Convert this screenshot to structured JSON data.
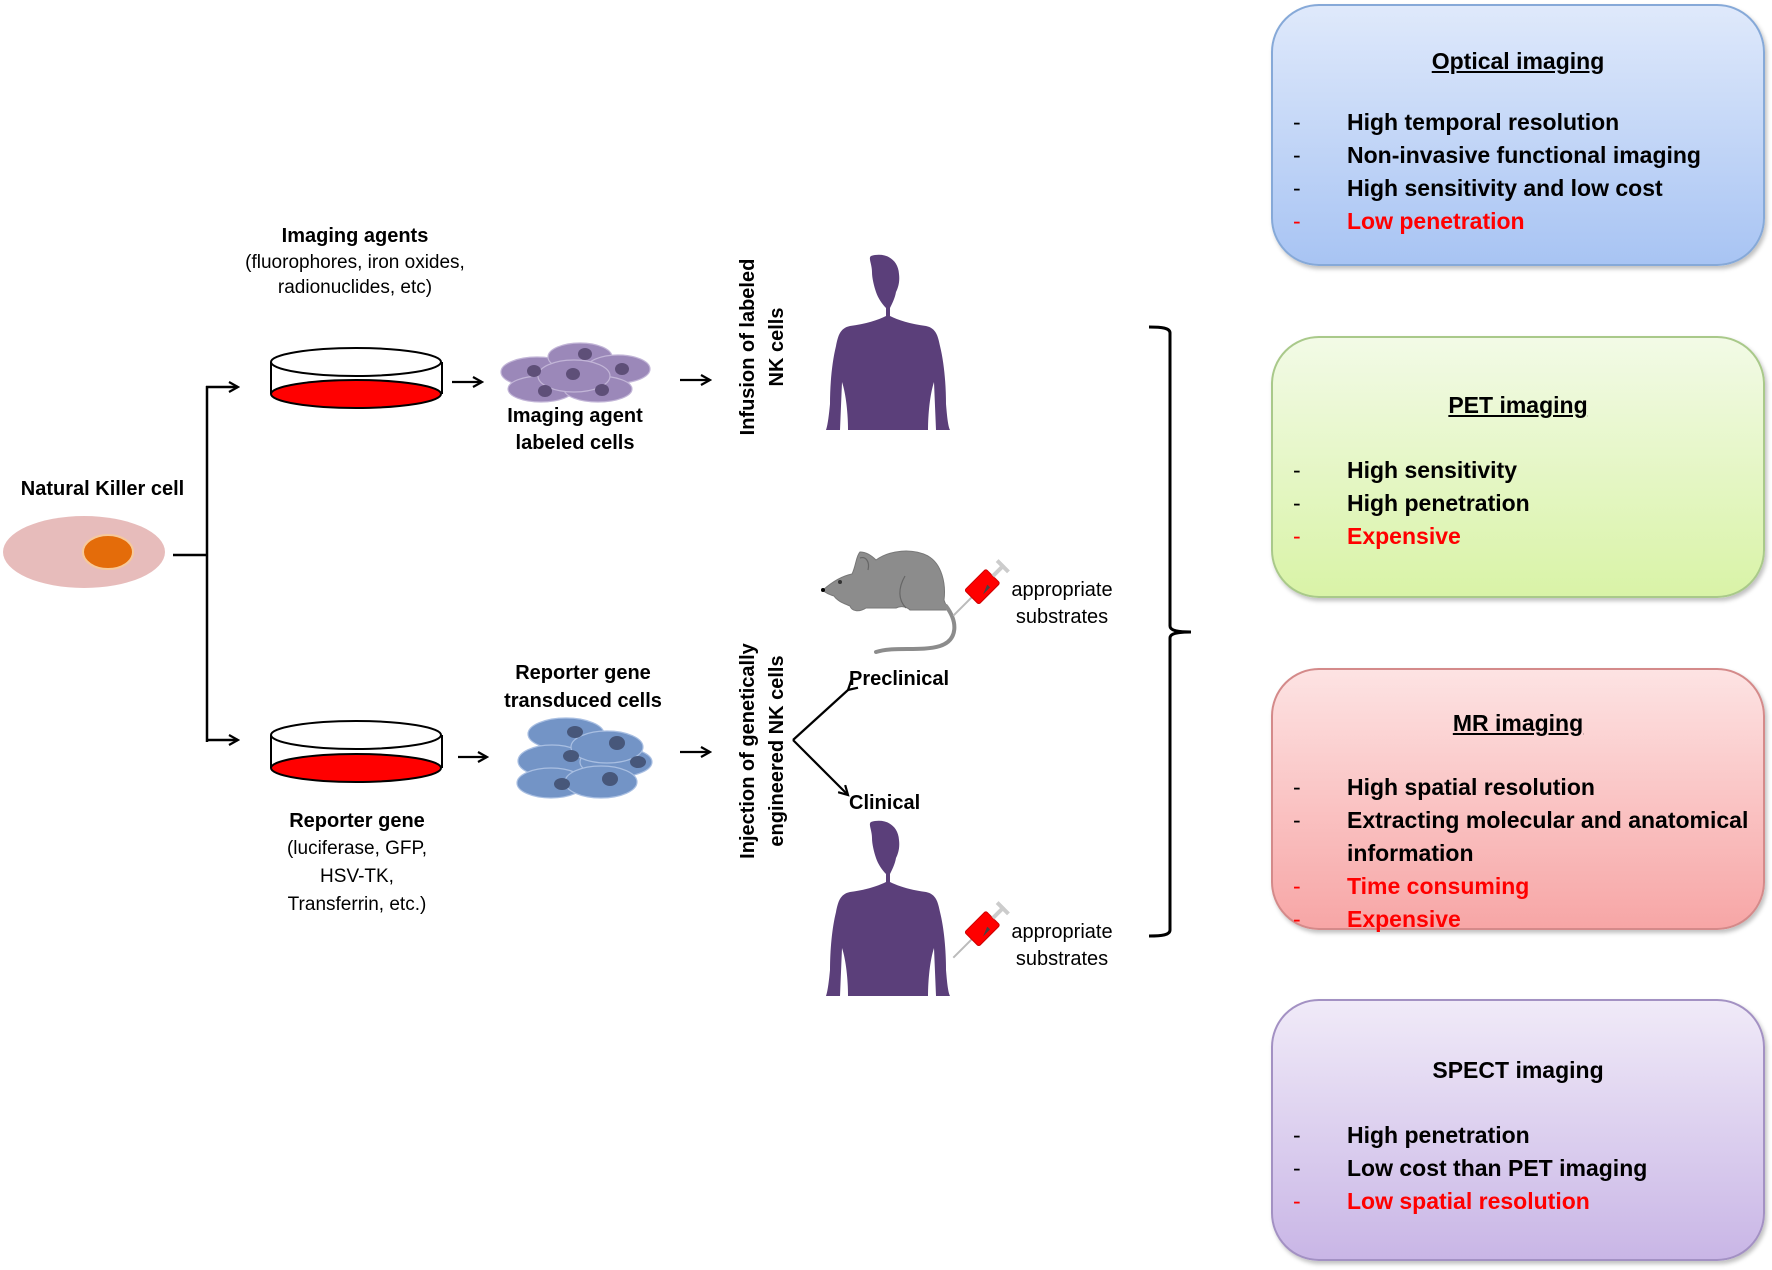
{
  "nk_cell": {
    "label": "Natural Killer cell"
  },
  "upper_path": {
    "agents_title": "Imaging agents",
    "agents_sub_1": "(fluorophores, iron oxides,",
    "agents_sub_2": "radionuclides, etc)",
    "cells_label_1": "Imaging agent",
    "cells_label_2": "labeled cells",
    "infusion_1": "Infusion of labeled",
    "infusion_2": "NK cells"
  },
  "lower_path": {
    "cells_label_1": "Reporter gene",
    "cells_label_2": "transduced cells",
    "gene_title": "Reporter gene",
    "gene_sub_1": "(luciferase, GFP,",
    "gene_sub_2": "HSV-TK,",
    "gene_sub_3": "Transferrin, etc.)",
    "injection_1": "Injection of genetically",
    "injection_2": "engineered NK cells",
    "preclinical": "Preclinical",
    "clinical": "Clinical",
    "substrates_1": "appropriate",
    "substrates_2": "substrates"
  },
  "colors": {
    "dish_fill": "#ff0000",
    "nk_cytoplasm": "#e6b8b7",
    "nk_nucleus": "#e46c0a",
    "labeled_cells": "#9b88b9",
    "transduced_cells": "#7394c6",
    "human_silhouette": "#5b3f7a",
    "mouse": "#8c8c8c",
    "negative_text": "#ff0000"
  },
  "modalities": [
    {
      "title": "Optical imaging",
      "items": [
        {
          "text": "High temporal resolution",
          "negative": false
        },
        {
          "text": "Non-invasive functional imaging",
          "negative": false
        },
        {
          "text": "High sensitivity and low cost",
          "negative": false
        },
        {
          "text": "Low penetration",
          "negative": true
        }
      ]
    },
    {
      "title": "PET imaging",
      "items": [
        {
          "text": "High sensitivity",
          "negative": false
        },
        {
          "text": "High penetration",
          "negative": false
        },
        {
          "text": "Expensive",
          "negative": true
        }
      ]
    },
    {
      "title": "MR imaging",
      "items": [
        {
          "text": "High spatial resolution",
          "negative": false
        },
        {
          "text": "Extracting molecular and anatomical information",
          "negative": false
        },
        {
          "text": "Time consuming",
          "negative": true
        },
        {
          "text": "Expensive",
          "negative": true
        }
      ]
    },
    {
      "title": "SPECT imaging",
      "items": [
        {
          "text": "High penetration",
          "negative": false
        },
        {
          "text": "Low cost than PET imaging",
          "negative": false
        },
        {
          "text": "Low spatial resolution",
          "negative": true
        }
      ]
    }
  ],
  "dash": "-"
}
